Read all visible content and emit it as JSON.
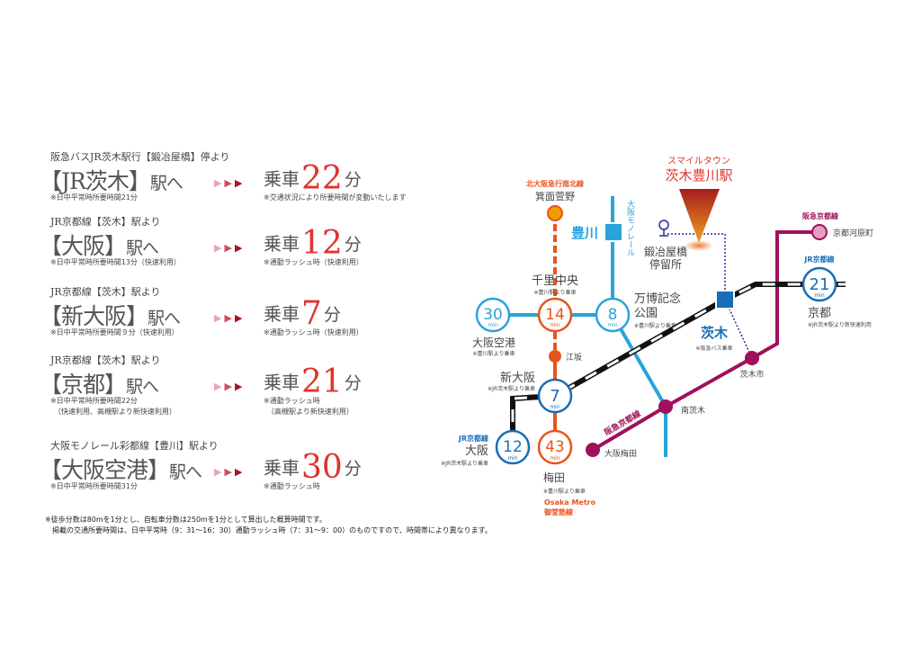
{
  "routes": [
    {
      "from": "阪急バスJR茨木駅行【鍛冶屋橋】停より",
      "title": "【JR茨木】",
      "suffix": "駅へ",
      "note1": "※日中平常時所要時間21分",
      "note2": "",
      "ride_label": "乗車",
      "minutes": "22",
      "unit": "分",
      "ride_note1": "※交通状況により所要時間が変動いたします",
      "ride_note2": ""
    },
    {
      "from": "JR京都線【茨木】駅より",
      "title": "【大阪】",
      "suffix": "駅へ",
      "note1": "※日中平常時所要時間13分（快速利用）",
      "note2": "",
      "ride_label": "乗車",
      "minutes": "12",
      "unit": "分",
      "ride_note1": "※通勤ラッシュ時（快速利用）",
      "ride_note2": ""
    },
    {
      "from": "JR京都線【茨木】駅より",
      "title": "【新大阪】",
      "suffix": "駅へ",
      "note1": "※日中平常時所要時間９分（快速利用）",
      "note2": "",
      "ride_label": "乗車",
      "minutes": "7",
      "unit": "分",
      "ride_note1": "※通勤ラッシュ時（快速利用）",
      "ride_note2": ""
    },
    {
      "from": "JR京都線【茨木】駅より",
      "title": "【京都】",
      "suffix": "駅へ",
      "note1": "※日中平常時所要時間22分",
      "note2": "　（快速利用、高槻駅より新快速利用）",
      "ride_label": "乗車",
      "minutes": "21",
      "unit": "分",
      "ride_note1": "※通勤ラッシュ時",
      "ride_note2": "　（高槻駅より新快速利用）"
    },
    {
      "from": "大阪モノレール彩都線【豊川】駅より",
      "title": "【大阪空港】",
      "suffix": "駅へ",
      "note1": "※日中平常時所要時間31分",
      "note2": "",
      "ride_label": "乗車",
      "minutes": "30",
      "unit": "分",
      "ride_note1": "※通勤ラッシュ時",
      "ride_note2": ""
    }
  ],
  "arrow_glyph": "▶",
  "footnote": {
    "line1": "※徒歩分数は80mを1分とし、自転車分数は250mを1分として算出した概算時間です。",
    "line2": "　掲載の交通所要時間は、日中平常時（9：31～16：30）通勤ラッシュ時（7：31～9：00）のものですので、時間帯により異なります。"
  },
  "map": {
    "colors": {
      "monorail": "#29a3dc",
      "metro": "#e8541c",
      "jr": "#1a6db5",
      "hankyu": "#a0105c",
      "accent": "#e0332e"
    },
    "site": {
      "sub": "スマイルタウン",
      "name": "茨木豊川駅"
    },
    "min_label": "min",
    "lines": {
      "kitakyu": "北大阪急行南北線",
      "monorail": "大阪モノレール",
      "hankyu": "阪急京都線",
      "jr_kyoto": "JR京都線",
      "jr_osaka": "JR京都線",
      "metro1": "Osaka Metro",
      "metro2": "御堂筋線",
      "hankyu_diag": "阪急京都線"
    },
    "stations": {
      "minoh": "箕面萱野",
      "toyokawa": "豊川",
      "kajiyabashi1": "鍛冶屋橋",
      "kajiyabashi2": "停留所",
      "senri": "千里中央",
      "senri_note": "※豊川駅より乗車",
      "senri_min": "14",
      "airport": "大阪空港",
      "airport_note": "※豊川駅より乗車",
      "airport_min": "30",
      "banpaku1": "万博記念",
      "banpaku2": "公園",
      "banpaku_note": "※豊川駅より乗車",
      "banpaku_min": "8",
      "esaka": "江坂",
      "shinosaka": "新大阪",
      "shinosaka_note": "※JR茨木駅より乗車",
      "shinosaka_min": "7",
      "osaka": "大阪",
      "osaka_note": "※JR茨木駅より乗車",
      "osaka_min": "12",
      "umeda": "梅田",
      "umeda_note": "※豊川駅より乗車",
      "umeda_min": "43",
      "ibaraki": "茨木",
      "ibaraki_note": "※阪急バス乗車",
      "ibarakishi": "茨木市",
      "minamiibaraki": "南茨木",
      "osakaumeda": "大阪梅田",
      "kawaramachi": "京都河原町",
      "kyoto": "京都",
      "kyoto_note": "※JR茨木駅より新快速利用",
      "kyoto_min": "21"
    }
  }
}
